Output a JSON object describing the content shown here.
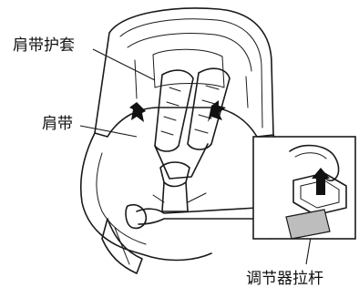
{
  "labels": {
    "shoulder_pad": "肩带护套",
    "shoulder_belt": "肩带",
    "adjuster_lever": "调节器拉杆"
  }
}
